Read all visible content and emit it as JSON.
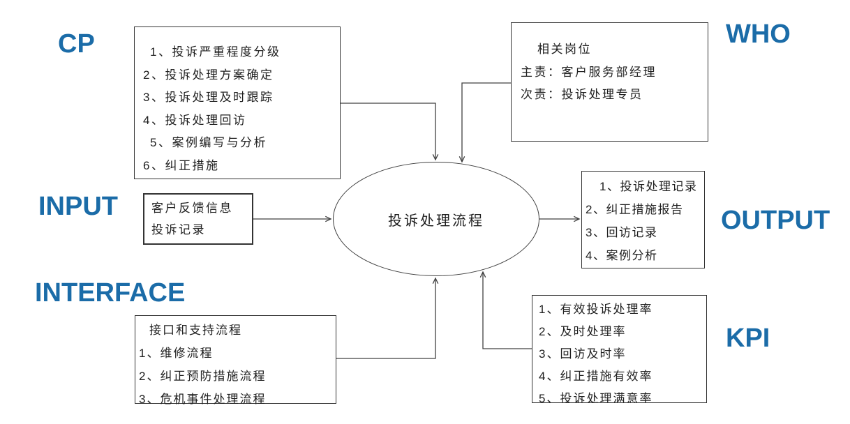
{
  "labels": {
    "cp": "CP",
    "who": "WHO",
    "input": "INPUT",
    "output": "OUTPUT",
    "interface": "INTERFACE",
    "kpi": "KPI"
  },
  "process": {
    "title": "投诉处理流程"
  },
  "cp_box": {
    "items": [
      "1、投诉严重程度分级",
      "2、投诉处理方案确定",
      "3、投诉处理及时跟踪",
      "4、投诉处理回访",
      "5、案例编写与分析",
      "6、纠正措施"
    ]
  },
  "who_box": {
    "title": "相关岗位",
    "lines": [
      "主责：客户服务部经理",
      "次责：投诉处理专员"
    ]
  },
  "input_box": {
    "lines": [
      "客户反馈信息",
      "投诉记录"
    ]
  },
  "output_box": {
    "items": [
      "1、投诉处理记录",
      "2、纠正措施报告",
      "3、回访记录",
      "4、案例分析"
    ]
  },
  "interface_box": {
    "title": "接口和支持流程",
    "items": [
      "1、维修流程",
      "2、纠正预防措施流程",
      "3、危机事件处理流程"
    ]
  },
  "kpi_box": {
    "items": [
      "1、有效投诉处理率",
      "2、及时处理率",
      "3、回访及时率",
      "4、纠正措施有效率",
      "5、投诉处理满意率"
    ]
  },
  "colors": {
    "accent": "#1B6CA8",
    "line": "#404040"
  }
}
